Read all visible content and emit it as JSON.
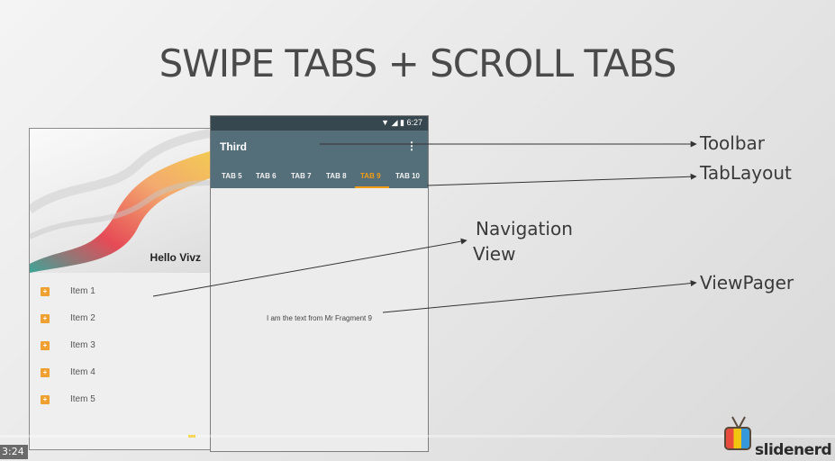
{
  "slide": {
    "title": "SWIPE TABS + SCROLL TABS"
  },
  "drawer": {
    "header_name": "Hello Vivz",
    "items": [
      {
        "label": "Item 1",
        "icon": "square-orange-icon"
      },
      {
        "label": "Item 2",
        "icon": "square-orange-icon"
      },
      {
        "label": "Item 3",
        "icon": "square-orange-icon"
      },
      {
        "label": "Item 4",
        "icon": "square-orange-icon"
      },
      {
        "label": "Item 5",
        "icon": "square-orange-icon"
      }
    ]
  },
  "app": {
    "status_time": "6:27",
    "toolbar_title": "Third",
    "overflow_icon": "⋮",
    "tabs": [
      {
        "label": "TAB 5"
      },
      {
        "label": "TAB 6"
      },
      {
        "label": "TAB 7"
      },
      {
        "label": "TAB 8"
      },
      {
        "label": "TAB 9",
        "selected": true
      },
      {
        "label": "TAB 10"
      }
    ],
    "fragment_text": "I am the text from Mr Fragment 9"
  },
  "annotations": {
    "toolbar": "Toolbar",
    "tablayout": "TabLayout",
    "navigation_line1": "Navigation",
    "navigation_line2": "View",
    "viewpager": "ViewPager"
  },
  "video": {
    "time": "3:24"
  },
  "branding": {
    "name": "slidenerd"
  },
  "colors": {
    "toolbar": "#546e7a",
    "status_bar": "#37474f",
    "accent": "#f39c12"
  }
}
